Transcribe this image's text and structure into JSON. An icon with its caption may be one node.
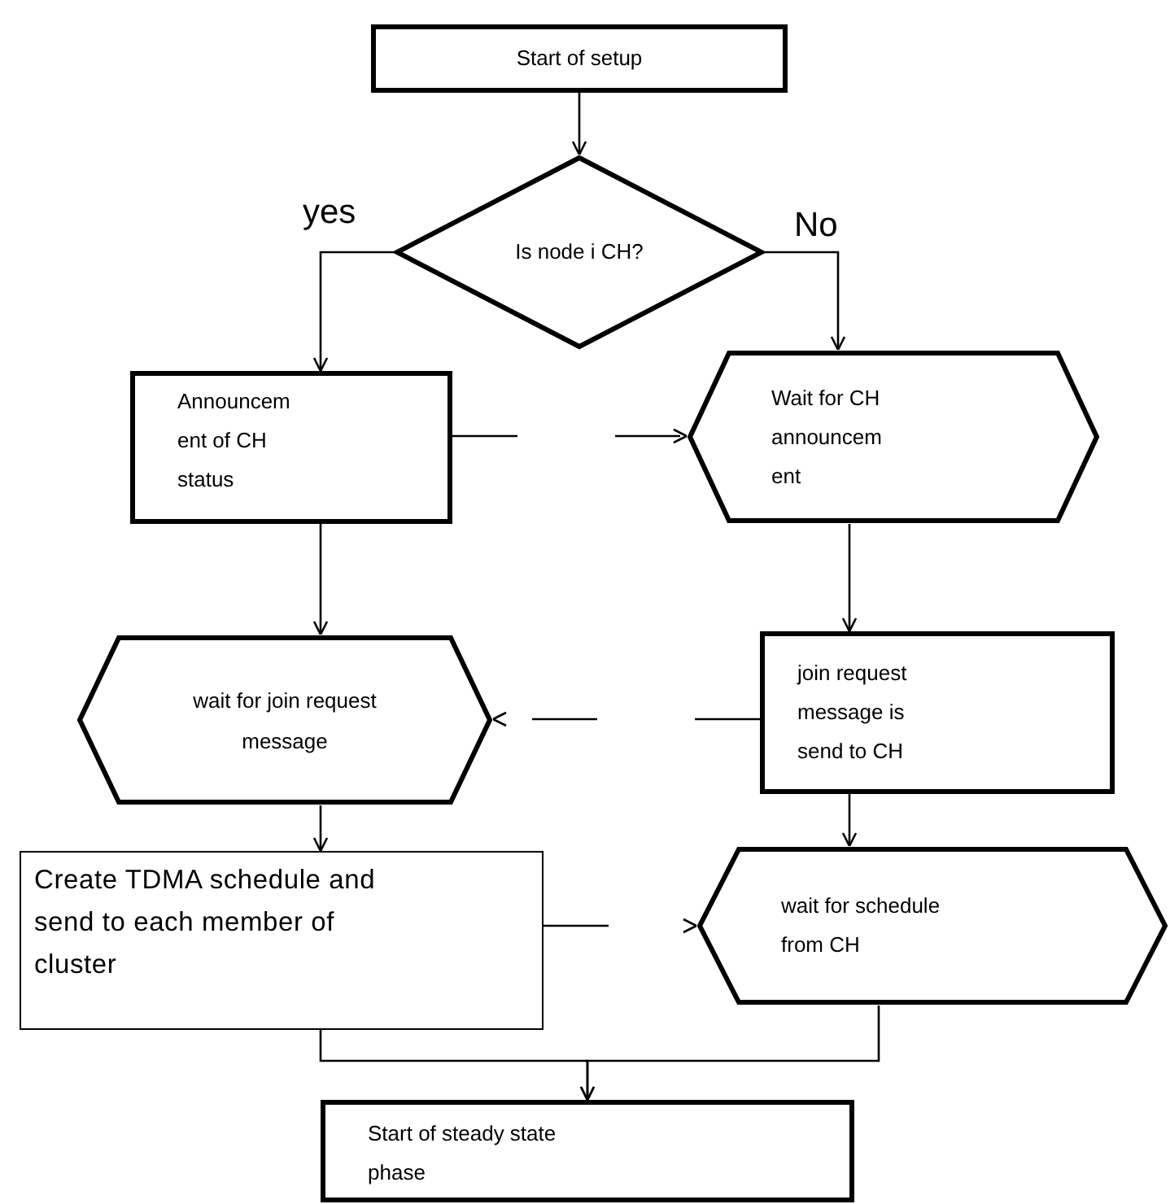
{
  "diagram": {
    "nodes": [
      {
        "text": [
          "Start of setup"
        ]
      },
      {
        "text": [
          "Is node i CH?"
        ]
      },
      {
        "text": [
          "Announcem ent of CH status"
        ]
      },
      {
        "text": [
          "Wait for CH announcem ent"
        ]
      },
      {
        "text": [
          "wait for join request message"
        ]
      },
      {
        "text": [
          "join request message is send to CH"
        ]
      },
      {
        "text": [
          "Create TDMA schedule and send to each member of cluster"
        ]
      },
      {
        "text": [
          "wait for schedule from CH"
        ]
      },
      {
        "text": [
          "Start of steady state phase"
        ]
      }
    ],
    "edges": [
      {
        "from": 0,
        "to": 1,
        "arrow": "to"
      },
      {
        "from": 1,
        "to": 2,
        "arrow": "to",
        "label": "yes"
      },
      {
        "from": 1,
        "to": 3,
        "arrow": "to",
        "label": "No"
      },
      {
        "from": 2,
        "to": 3,
        "arrow": "to",
        "style": "dashed"
      },
      {
        "from": 2,
        "to": 4,
        "arrow": "to"
      },
      {
        "from": 3,
        "to": 5,
        "arrow": "to"
      },
      {
        "from": 5,
        "to": 4,
        "arrow": "to",
        "style": "dashed"
      },
      {
        "from": 4,
        "to": 6,
        "arrow": "to"
      },
      {
        "from": 5,
        "to": 7,
        "arrow": "to"
      },
      {
        "from": 6,
        "to": 7,
        "arrow": "to",
        "style": "dashed"
      },
      {
        "from": 6,
        "to": 8,
        "arrow": "to"
      },
      {
        "from": 7,
        "to": 8,
        "arrow": "to"
      }
    ]
  }
}
